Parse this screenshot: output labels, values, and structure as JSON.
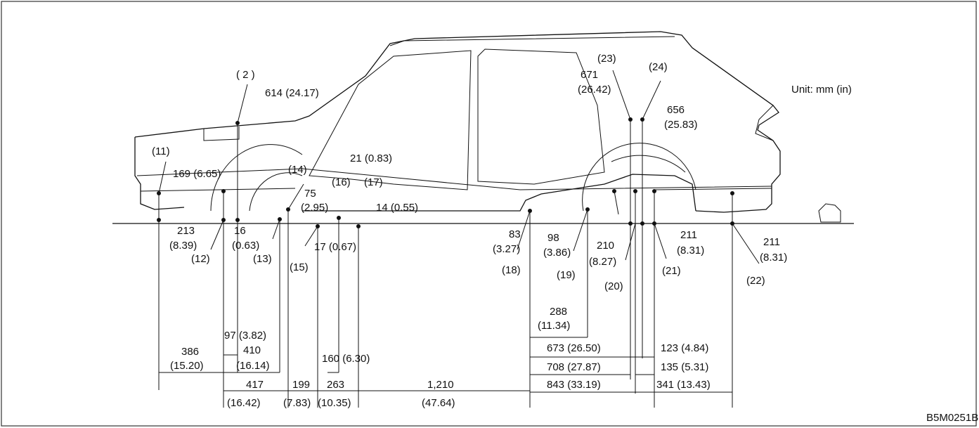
{
  "unit_label": "Unit: mm (in)",
  "figure_code": "B5M0251B",
  "colors": {
    "line": "#111111",
    "background": "#ffffff",
    "frame": "#333333"
  },
  "points": {
    "p2": "( 2 )",
    "p11": "(11)",
    "p12": "(12)",
    "p13": "(13)",
    "p14": "(14)",
    "p15": "(15)",
    "p16": "(16)",
    "p17": "(17)",
    "p18": "(18)",
    "p19": "(19)",
    "p20": "(20)",
    "p21": "(21)",
    "p22": "(22)",
    "p23": "(23)",
    "p24": "(24)"
  },
  "heights": {
    "h614": "614 (24.17)",
    "h169": "169 (6.65)",
    "h213_a": "213",
    "h213_b": "(8.39)",
    "h16_a": "16",
    "h16_b": "(0.63)",
    "h75_a": "75",
    "h75_b": "(2.95)",
    "h21": "21 (0.83)",
    "h14": "14 (0.55)",
    "h17": "17 (0.67)",
    "h83_a": "83",
    "h83_b": "(3.27)",
    "h98_a": "98",
    "h98_b": "(3.86)",
    "h671_a": "671",
    "h671_b": "(26.42)",
    "h656_a": "656",
    "h656_b": "(25.83)",
    "h210_a": "210",
    "h210_b": "(8.27)",
    "h211a_a": "211",
    "h211a_b": "(8.31)",
    "h211b_a": "211",
    "h211b_b": "(8.31)"
  },
  "lengths": {
    "l386_a": "386",
    "l386_b": "(15.20)",
    "l97": "97 (3.82)",
    "l410_a": "410",
    "l410_b": "(16.14)",
    "l417_a": "417",
    "l417_b": "(16.42)",
    "l199_a": "199",
    "l199_b": "(7.83)",
    "l263_a": "263",
    "l263_b": "(10.35)",
    "l160": "160 (6.30)",
    "l1210_a": "1,210",
    "l1210_b": "(47.64)",
    "l288_a": "288",
    "l288_b": "(11.34)",
    "l673": "673 (26.50)",
    "l708": "708 (27.87)",
    "l843": "843 (33.19)",
    "l123": "123 (4.84)",
    "l135": "135 (5.31)",
    "l341": "341 (13.43)"
  }
}
